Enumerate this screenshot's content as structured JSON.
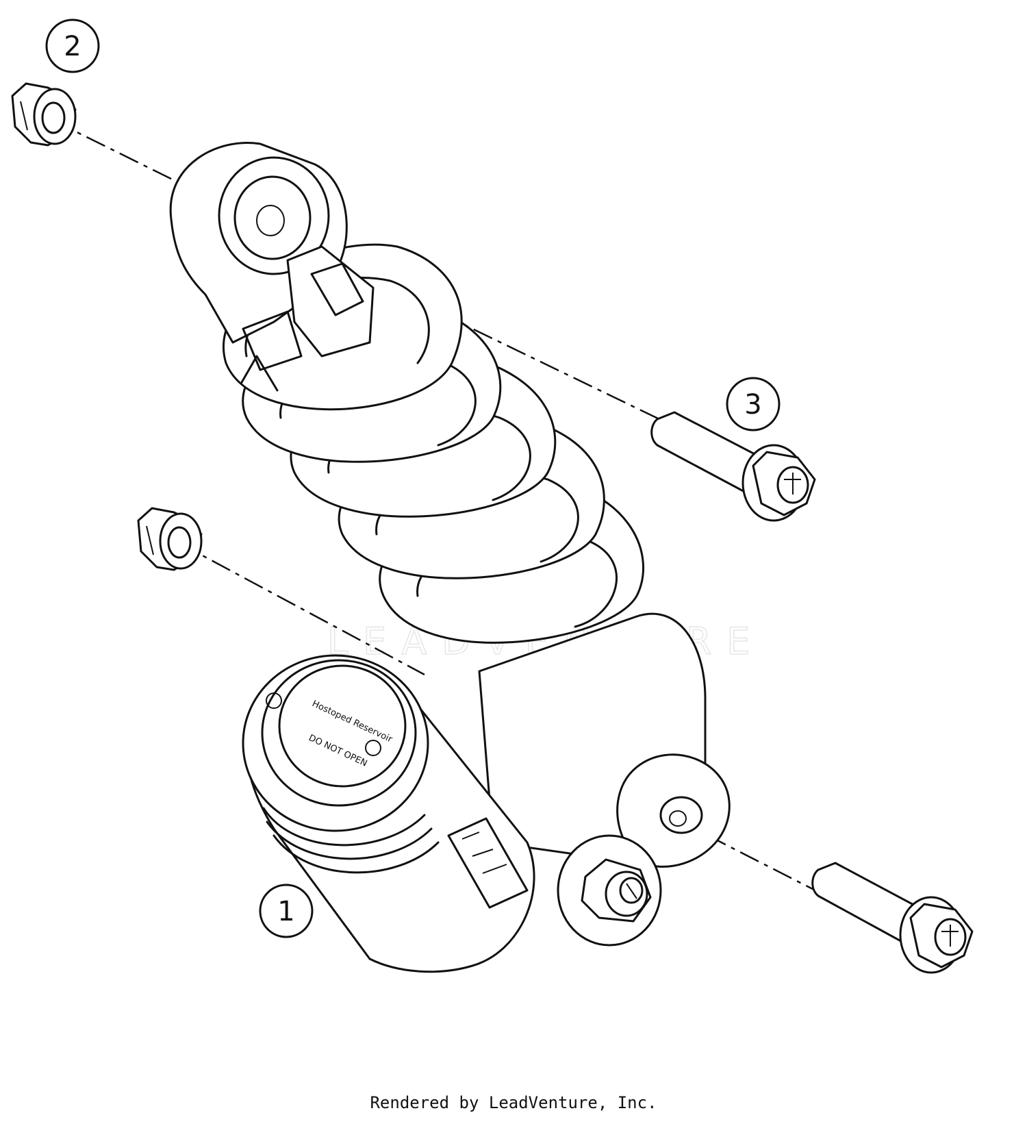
{
  "callouts": [
    {
      "number": "1",
      "part": "shock-absorber"
    },
    {
      "number": "2",
      "part": "collar-nut"
    },
    {
      "number": "3",
      "part": "collar-bolt"
    }
  ],
  "reservoir_cap": {
    "line1": "Hostoped Reservoir",
    "line2": "DO NOT OPEN"
  },
  "watermark": "LEADVENTURE",
  "footer": "Rendered by LeadVenture, Inc."
}
